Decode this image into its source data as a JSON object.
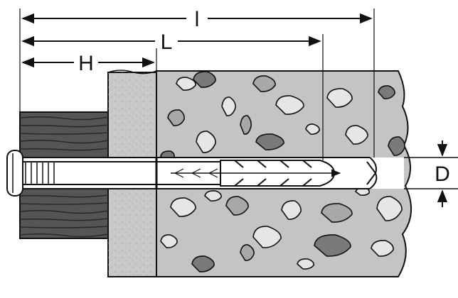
{
  "labels": {
    "overall_length": "l",
    "anchor_length": "L",
    "fixture_thickness": "H",
    "diameter": "D"
  },
  "colors": {
    "ink": "#111111",
    "wood": "#555555",
    "wood_grain": "#2a2a2a",
    "plaster": "#c8c8c8",
    "concrete": "#c4c4c4",
    "stone_dark": "#7a7a7a",
    "stone_mid": "#a8a8a8",
    "stone_light": "#e6e6e6",
    "hole": "#ffffff"
  }
}
